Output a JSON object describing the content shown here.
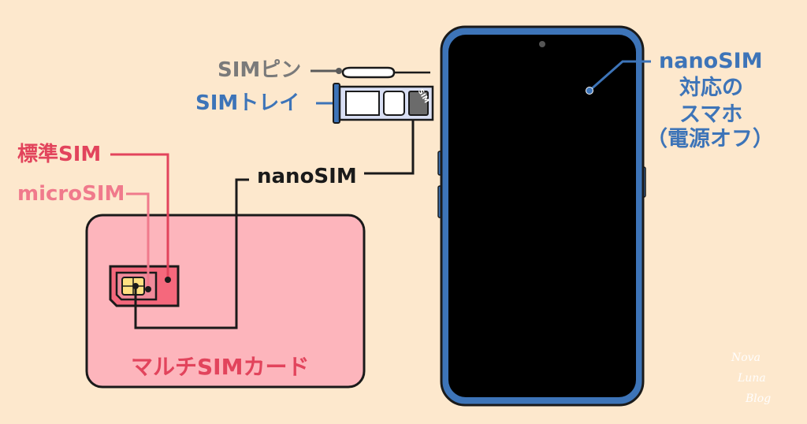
{
  "labels": {
    "sim_pin": "SIMピン",
    "sim_tray": "SIMトレイ",
    "standard_sim": "標準SIM",
    "micro_sim": "microSIM",
    "nano_sim": "nanoSIM",
    "multi_sim_card": "マルチSIMカード",
    "smartphone_line1": "nanoSIM",
    "smartphone_line2": "対応の",
    "smartphone_line3": "スマホ",
    "smartphone_line4": "（電源オフ）"
  },
  "tray_marking": "SIM",
  "watermark": [
    "Nova",
    "Luna",
    "Blog"
  ],
  "colors": {
    "background": "#fde8cd",
    "card": "#fdb5bc",
    "phone_frame": "#3d74b8",
    "screen": "#000000",
    "standard_sim": "#e2445c",
    "micro_sim": "#f07a8c"
  }
}
